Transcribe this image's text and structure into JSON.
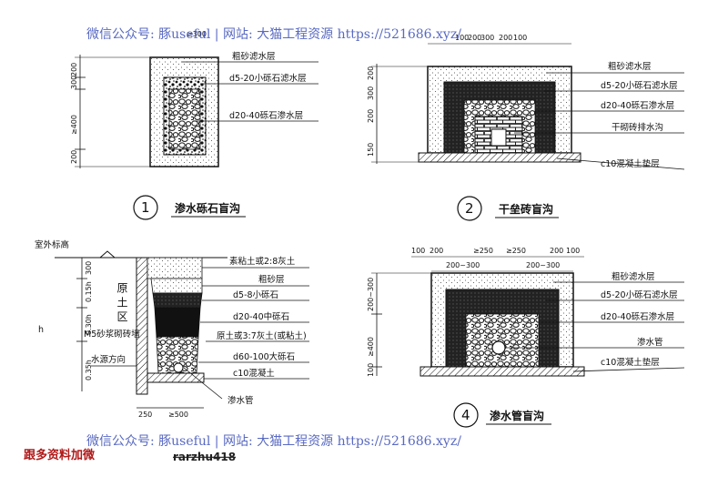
{
  "watermark": {
    "top": "微信公众号: 豚useful | 网站: 大猫工程资源 https://521686.xyz/",
    "bottom": "微信公众号: 豚useful | 网站: 大猫工程资源 https://521686.xyz/"
  },
  "promo_text": "跟多资料加微",
  "signature_text": "rarzhu418",
  "diagram1": {
    "number": "1",
    "title": "渗水砾石盲沟",
    "labels": [
      "粗砂滤水层",
      "d5-20小砾石滤水层",
      "d20-40砾石渗水层"
    ],
    "dims": [
      "≥300",
      "200",
      "300",
      "≥400",
      "200"
    ]
  },
  "diagram2": {
    "number": "2",
    "title": "干垒砖盲沟",
    "labels": [
      "粗砂滤水层",
      "d5-20小砾石滤水层",
      "d20-40砾石渗水层",
      "干砌砖排水沟",
      "c10混凝土垫层"
    ],
    "dims": [
      "100",
      "200",
      "300",
      "200",
      "100",
      "200",
      "300",
      "200",
      "150"
    ]
  },
  "diagram3": {
    "labels": [
      "素粘土或2:8灰土",
      "粗砂层",
      "d5-8小砾石",
      "d20-40中砾石",
      "原土或3:7灰土(或粘土)",
      "d60-100大砾石",
      "c10混凝土",
      "渗水管"
    ],
    "left_labels": [
      "室外标高",
      "M5砂浆砌砖墙",
      "水源方向",
      "h"
    ],
    "side_label": "原 土 区",
    "dims": [
      "300",
      "0.15h",
      "0.30h",
      "0.35h",
      "250",
      "≥500"
    ]
  },
  "diagram4": {
    "number": "4",
    "title": "渗水管盲沟",
    "labels": [
      "粗砂滤水层",
      "d5-20小砾石滤水层",
      "d20-40砾石渗水层",
      "渗水管",
      "c10混凝土垫层"
    ],
    "dims_top": [
      "100",
      "200",
      "≥250",
      "≥250",
      "200",
      "100"
    ],
    "dims_row2": [
      "200~300",
      "200~300"
    ],
    "dims_left": [
      "200~300",
      "≥400",
      "100"
    ]
  }
}
